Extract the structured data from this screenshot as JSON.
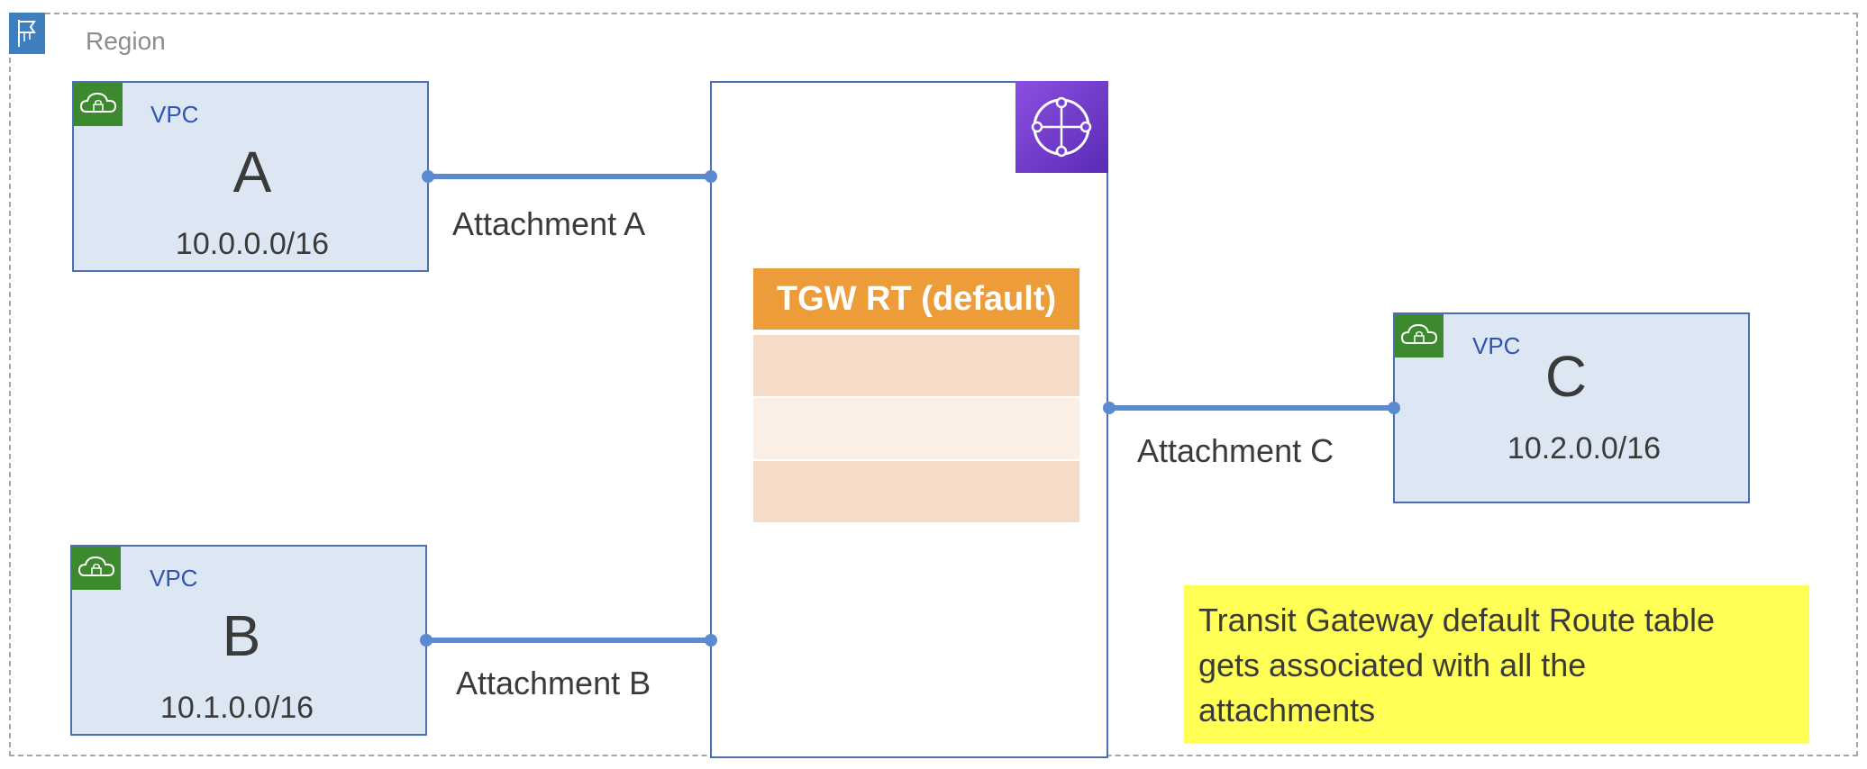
{
  "region": {
    "label": "Region",
    "icon": "region-flag-icon"
  },
  "vpcs": [
    {
      "word": "VPC",
      "letter": "A",
      "cidr": "10.0.0.0/16",
      "icon": "vpc-cloud-lock-icon"
    },
    {
      "word": "VPC",
      "letter": "B",
      "cidr": "10.1.0.0/16",
      "icon": "vpc-cloud-lock-icon"
    },
    {
      "word": "VPC",
      "letter": "C",
      "cidr": "10.2.0.0/16",
      "icon": "vpc-cloud-lock-icon"
    }
  ],
  "attachments": [
    "Attachment A",
    "Attachment B",
    "Attachment C"
  ],
  "transit_gateway": {
    "icon": "transit-gateway-icon",
    "route_table": {
      "title": "TGW RT (default)",
      "row_colors": [
        "#f5dcc8",
        "#fbeee4",
        "#f5dcc8"
      ]
    }
  },
  "note": {
    "lines": [
      "Transit Gateway default Route table",
      "gets associated with all the",
      "attachments"
    ]
  },
  "colors": {
    "vpc_fill": "#dde7f3",
    "vpc_border": "#4a6fb5",
    "connector": "#5b8ad0",
    "route_table_header": "#ec9d3a",
    "note_fill": "#ffff55",
    "tgw_icon": "#7a3fd6",
    "vpc_icon": "#3d8a2e",
    "region_icon": "#3f7fbf"
  }
}
